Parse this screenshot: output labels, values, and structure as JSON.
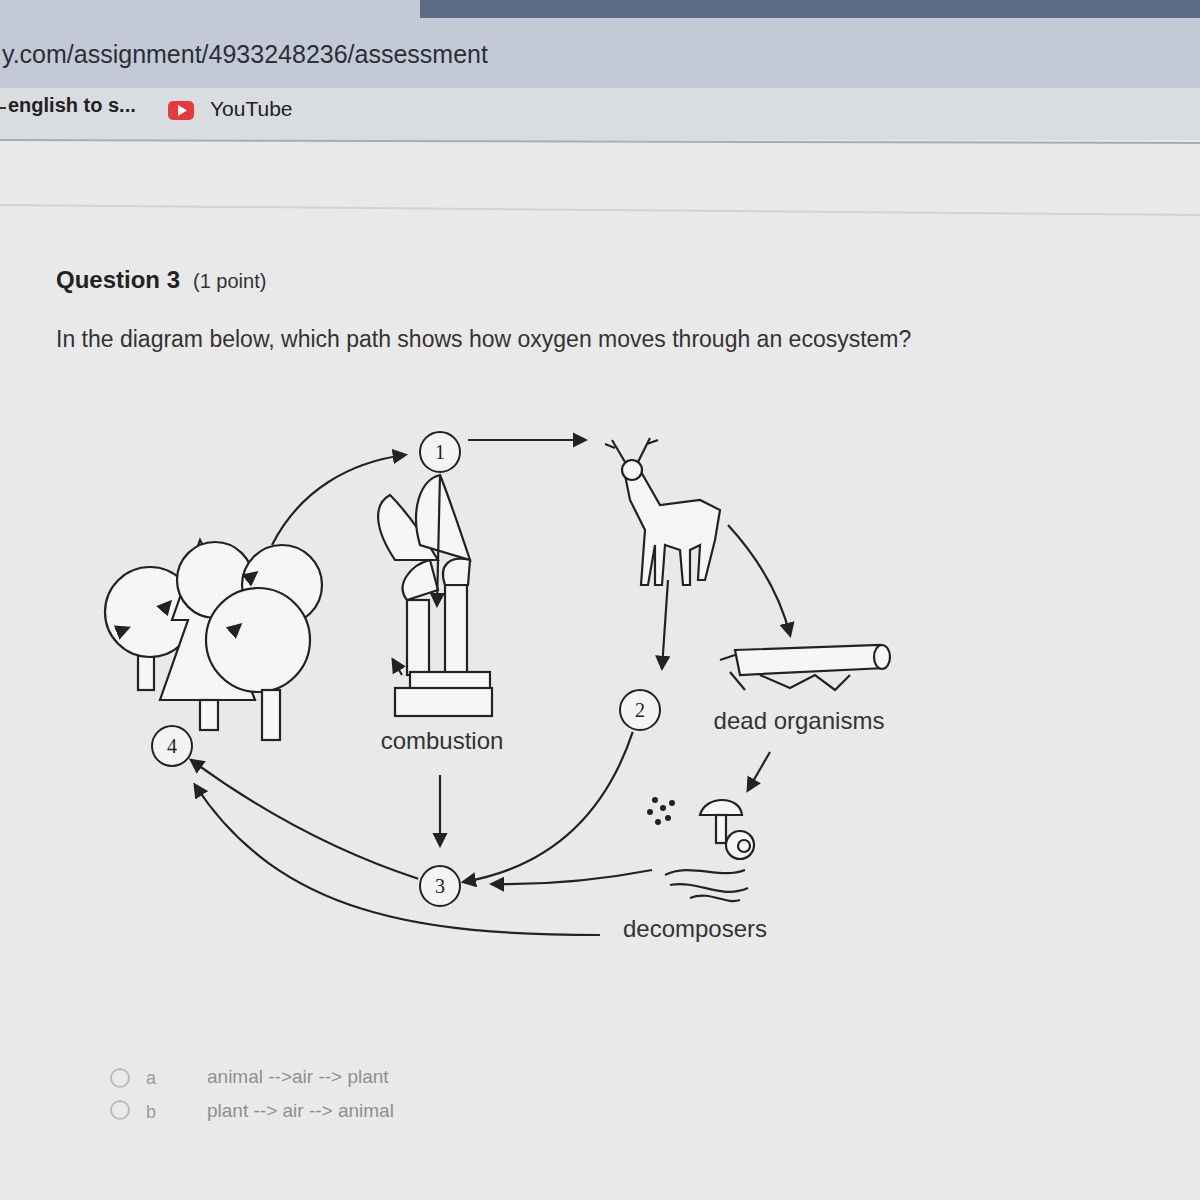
{
  "diagram": {
    "title": "In the diagram below, which path shows how oxygen moves through an ecosystem?",
    "nodes": [
      {
        "text": [
          "1"
        ]
      },
      {
        "text": [
          "2"
        ]
      },
      {
        "text": [
          "3"
        ]
      },
      {
        "text": [
          "4"
        ]
      }
    ],
    "edges": [
      {
        "from": 1,
        "to": 2,
        "arrow": "to"
      },
      {
        "from": 2,
        "to": 3,
        "arrow": "to"
      }
    ],
    "labels": [
      "y.com/assignment/4933248236/assessment",
      "english to s...",
      "YouTube",
      "Question 3",
      "(1 point)",
      "combustion",
      "dead organisms",
      "decomposers",
      "a",
      "animal -->air --> plant",
      "b",
      "plant --> air --> animal"
    ]
  }
}
